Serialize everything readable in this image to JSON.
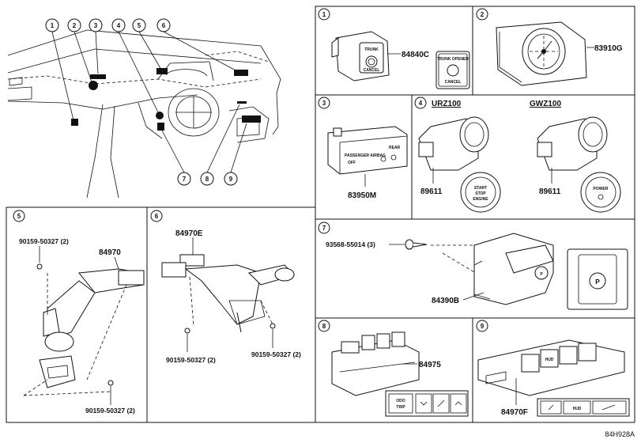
{
  "callouts_overview": [
    "1",
    "2",
    "3",
    "4",
    "5",
    "6",
    "7",
    "8",
    "9"
  ],
  "panels": {
    "p1": {
      "index": "1",
      "part": "84840C",
      "btn_top": "TRUNK OPENER",
      "btn_bottom": "CANCEL"
    },
    "p2": {
      "index": "2",
      "part": "83910G"
    },
    "p3": {
      "index": "3",
      "part": "83950M",
      "label_left": "PASSENGER AIRBAG",
      "label_right": "REAR",
      "label_off": "OFF"
    },
    "p4": {
      "index": "4",
      "variant_a": "URZ100",
      "variant_b": "GWZ100",
      "part_a": "89611",
      "part_b": "89611",
      "btn_a_line1": "START",
      "btn_a_line2": "STOP",
      "btn_a_line3": "ENGINE",
      "btn_b": "POWER"
    },
    "p5": {
      "index": "5",
      "part": "84970",
      "bolt_top": "90159-50327 (2)",
      "bolt_bottom": "90159-50327 (2)"
    },
    "p6": {
      "index": "6",
      "part": "84970E",
      "bolt_left": "90159-50327 (2)",
      "bolt_right": "90159-50327 (2)"
    },
    "p7": {
      "index": "7",
      "screw": "93568-55014 (3)",
      "part": "84390B"
    },
    "p8": {
      "index": "8",
      "part": "84975",
      "key_odo": "ODO",
      "key_trip": "TRIP"
    },
    "p9": {
      "index": "9",
      "part": "84970F",
      "key_hud": "HUD"
    }
  },
  "figure_code": "84H928A"
}
